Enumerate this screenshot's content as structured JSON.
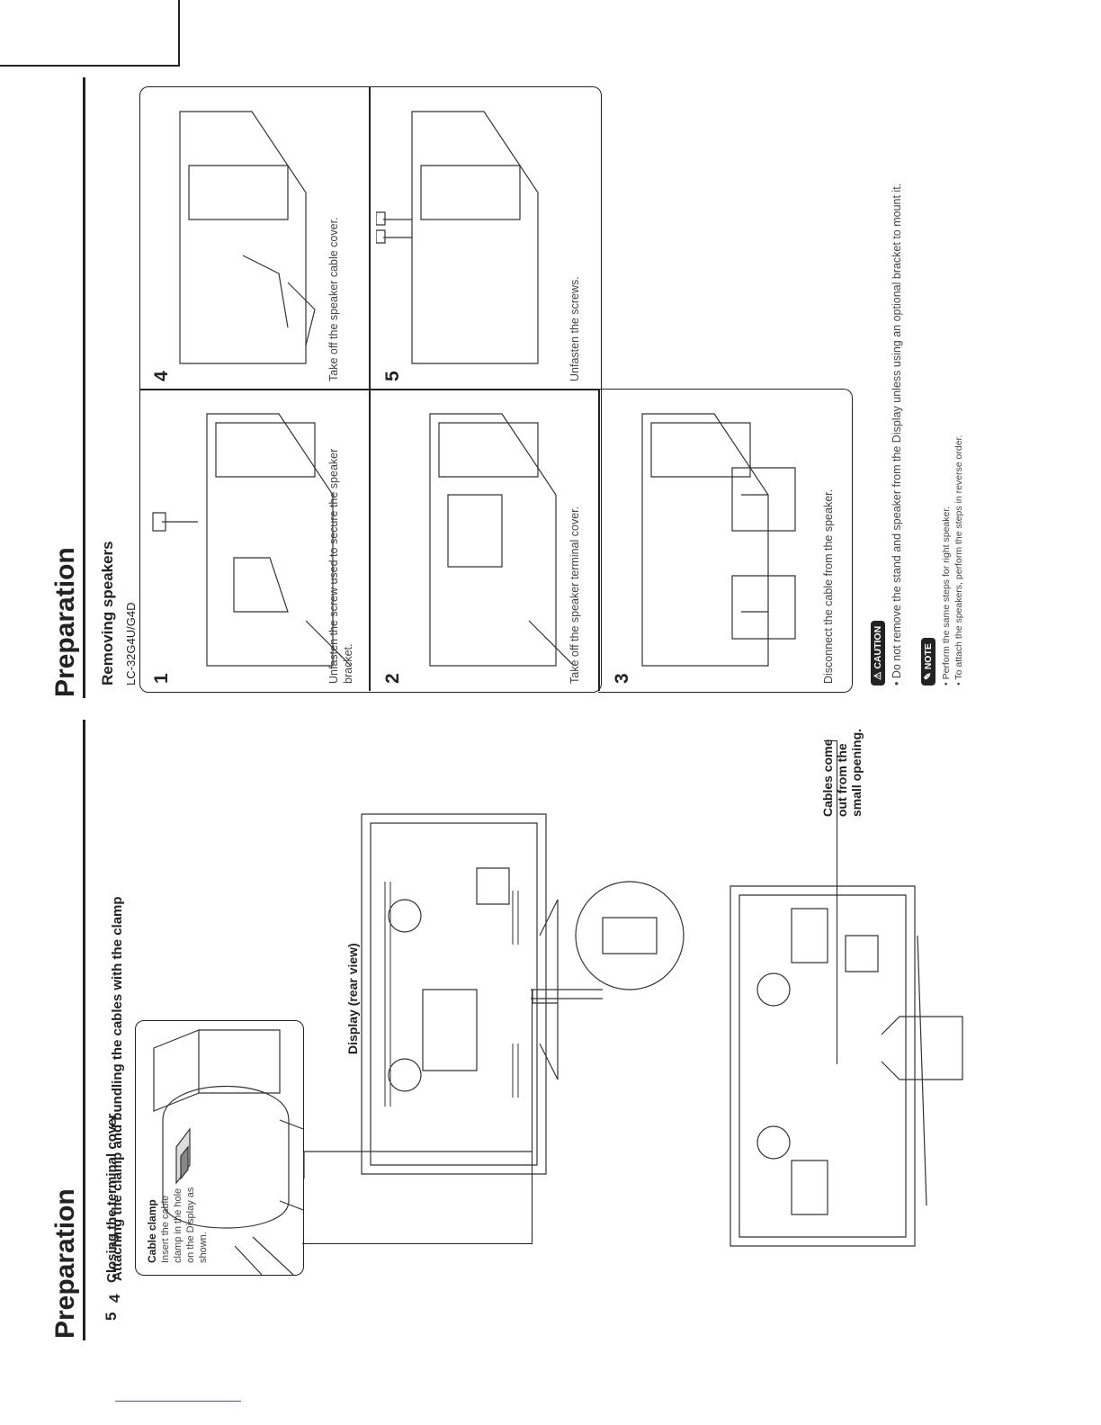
{
  "left_page": {
    "header": "Preparation",
    "step4": {
      "number": "4",
      "title": "Attaching the clamp and bundling the cables with the clamp",
      "clamp_box": {
        "title": "Cable clamp",
        "lines": [
          "Insert the cable",
          "clamp in the hole",
          "on the Display as",
          "shown."
        ]
      },
      "display_label": "Display (rear view)"
    },
    "step5": {
      "number": "5",
      "title": "Closing the terminal cover",
      "callout": "Cables come\nout from the\nsmall opening."
    }
  },
  "right_page": {
    "header": "Preparation",
    "section_title": "Removing speakers",
    "model": "LC-32G4U/G4D",
    "steps": [
      {
        "number": "1",
        "lines": [
          "Unfasten the screw used to secure the speaker",
          "bracket."
        ]
      },
      {
        "number": "2",
        "lines": [
          "Take off the speaker terminal cover."
        ]
      },
      {
        "number": "3",
        "lines": [
          "Disconnect the cable from the speaker."
        ]
      },
      {
        "number": "4",
        "lines": [
          "Take off the speaker cable cover."
        ]
      },
      {
        "number": "5",
        "lines": [
          "Unfasten the screws."
        ]
      }
    ],
    "caution": {
      "label": "CAUTION",
      "text": "• Do not remove the stand and speaker from the Display unless using an optional bracket to mount it."
    },
    "note": {
      "label": "NOTE",
      "items": [
        "• Perform the same steps for right speaker.",
        "• To attach the speakers, perform the steps in reverse order."
      ]
    }
  }
}
